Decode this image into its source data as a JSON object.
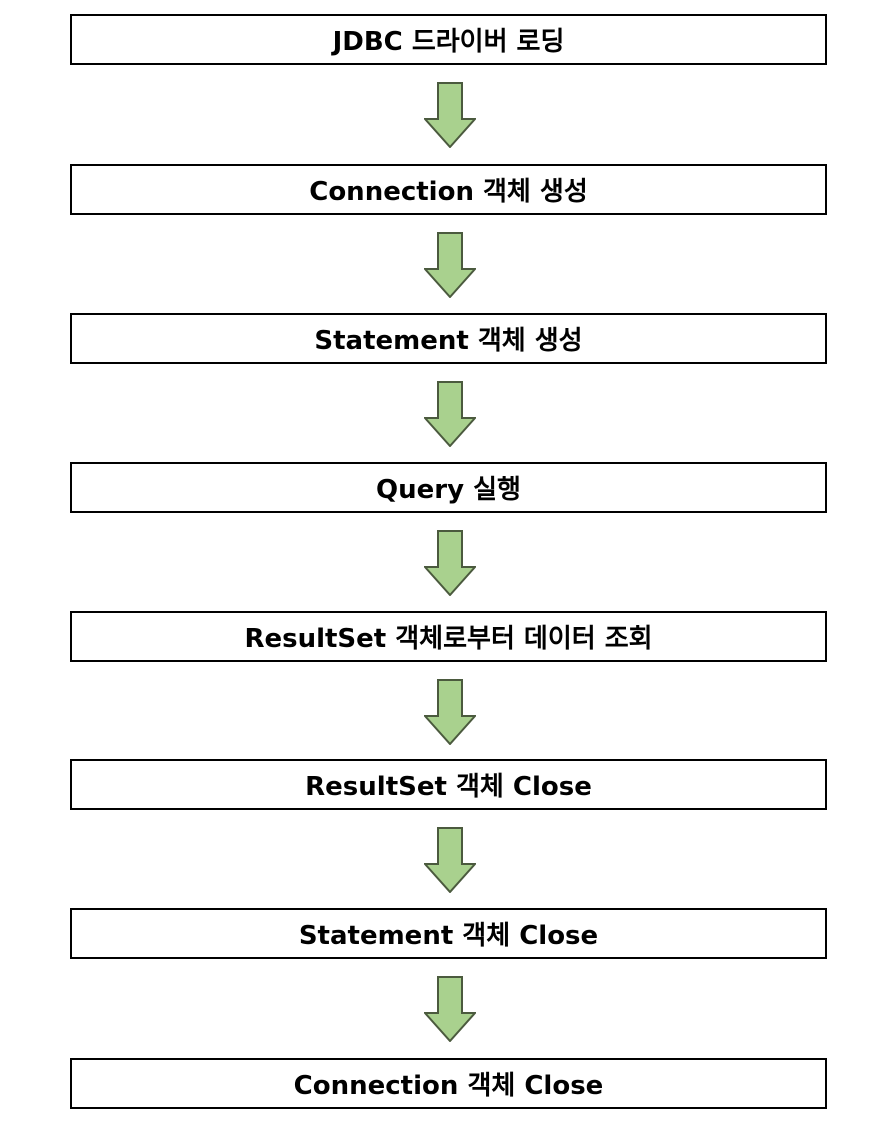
{
  "diagram": {
    "steps": [
      "JDBC 드라이버 로딩",
      "Connection 객체 생성",
      "Statement 객체 생성",
      "Query 실행",
      "ResultSet 객체로부터 데이터 조회",
      "ResultSet 객체 Close",
      "Statement 객체 Close",
      "Connection 객체 Close"
    ],
    "colors": {
      "box_border": "#000000",
      "arrow_fill": "#A9D18E",
      "arrow_stroke": "#4B5A3E"
    }
  }
}
